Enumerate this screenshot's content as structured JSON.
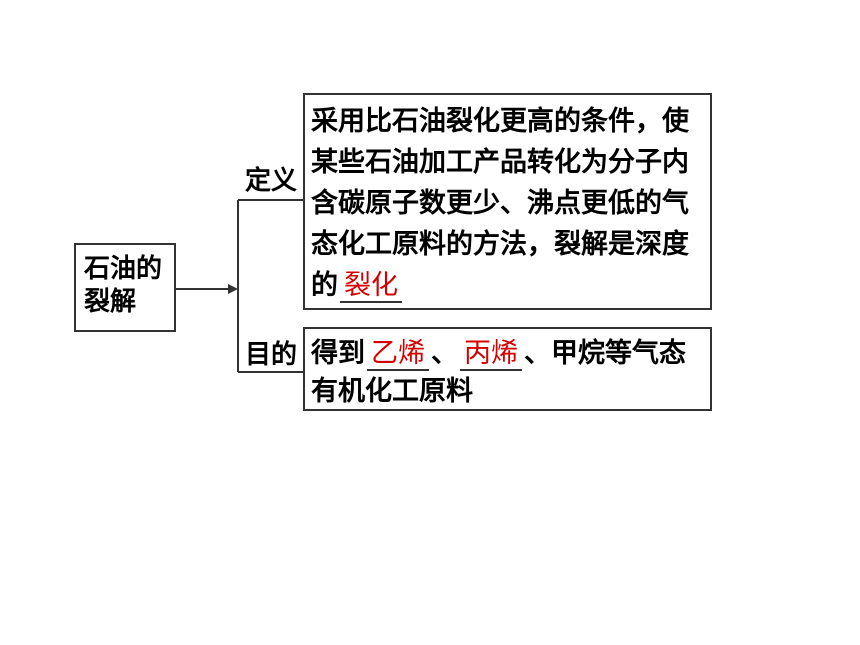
{
  "root": {
    "line1": "石油的",
    "line2": "裂解"
  },
  "branches": {
    "definition": {
      "label": "定义",
      "text": "采用比石油裂化更高的条件，使某些石油加工产品转化为分子内含碳原子数更少、沸点更低的气态化工原料的方法，裂解是深度的",
      "answer": "裂化"
    },
    "purpose": {
      "label": "目的",
      "prefix": "得到",
      "answer1": "乙烯",
      "sep": "、",
      "answer2": "丙烯",
      "suffix": "、甲烷等气态有机化工原料"
    }
  },
  "colors": {
    "answer": "#d40000",
    "line": "#333333"
  }
}
